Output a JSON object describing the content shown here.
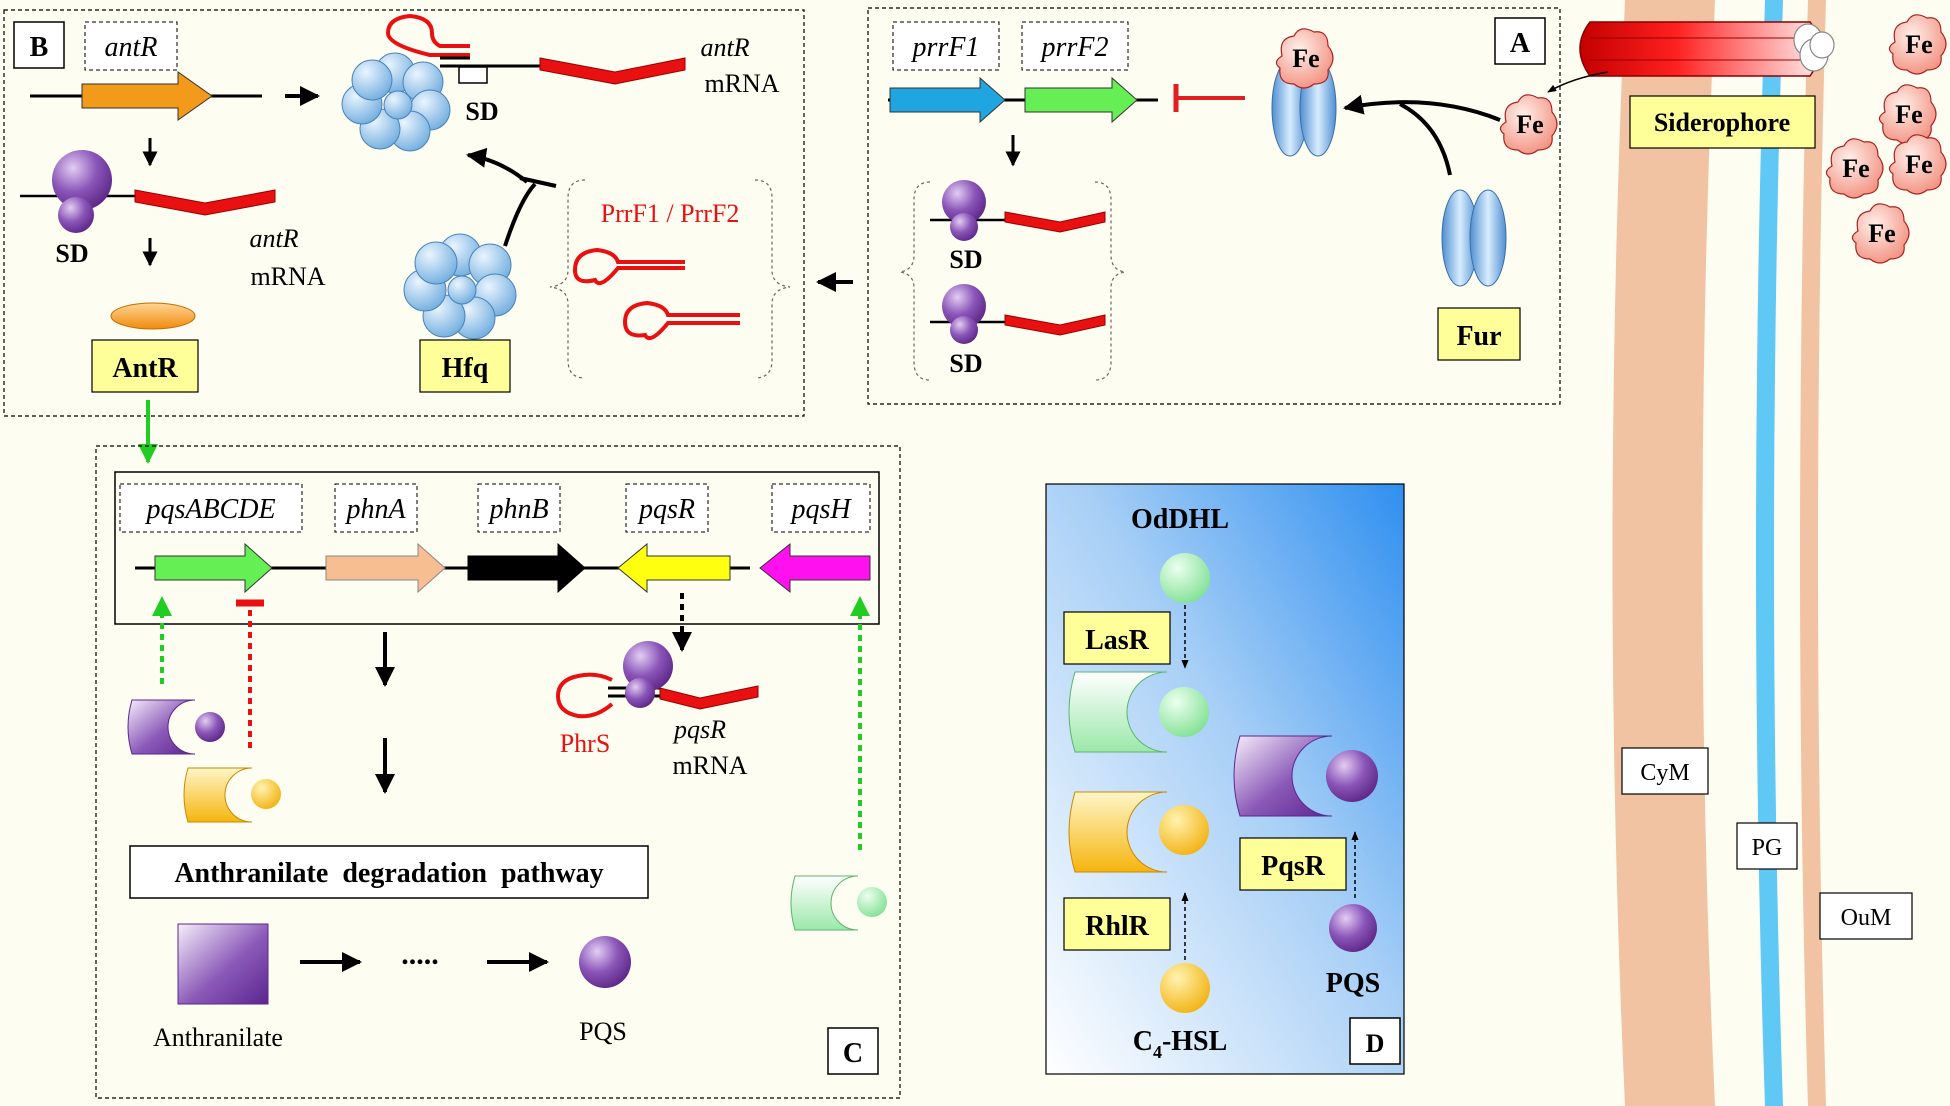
{
  "panels": {
    "a": {
      "letter": "A",
      "genes": [
        "prrF1",
        "prrF2"
      ],
      "sd_labels": [
        "SD",
        "SD"
      ],
      "fe_labels": [
        "Fe",
        "Fe"
      ],
      "fur_label": "Fur"
    },
    "b": {
      "letter": "B",
      "gene": "antR",
      "mrna_gene": "antR",
      "mrna_word": "mRNA",
      "sd_top": "SD",
      "sd_left": "SD",
      "mrna_gene_2": "antR",
      "mrna_word_2": "mRNA",
      "protein": "AntR",
      "hfq": "Hfq",
      "srna": "PrrF1 / PrrF2"
    },
    "c": {
      "letter": "C",
      "genes": [
        "pqsABCDE",
        "phnA",
        "phnB",
        "pqsR",
        "pqsH"
      ],
      "phrs": "PhrS",
      "mrna_gene": "pqsR",
      "mrna_word": "mRNA",
      "pathway": "Anthranilate  degradation  pathway",
      "dots": ".....",
      "anthranilate": "Anthranilate",
      "pqs": "PQS"
    },
    "d": {
      "letter": "D",
      "oddhl": "OdDHL",
      "lasr": "LasR",
      "rhlr": "RhlR",
      "pqsr": "PqsR",
      "pqs": "PQS",
      "c4_prefix": "C",
      "c4_sub": "4",
      "c4_suffix": "-HSL"
    }
  },
  "envelope": {
    "siderophore": "Siderophore",
    "fe_labels": [
      "Fe",
      "Fe",
      "Fe",
      "Fe",
      "Fe"
    ],
    "cym": "CyM",
    "pg": "PG",
    "oum": "OuM"
  },
  "colors": {
    "orange_gene": "#f39a1b",
    "blue_gene": "#1fa6e0",
    "green_gene": "#66ee55",
    "peach_gene": "#f7be92",
    "yellow_gene": "#ffff10",
    "magenta_gene": "#ff10ee",
    "red_rna": "#e81010",
    "purple": "#7a3aa8",
    "hfq_blue": "#8ec6f0",
    "label_bg": "#ffff99",
    "membrane_peach": "#f1c3a3",
    "membrane_blue": "#5fc8f5"
  }
}
